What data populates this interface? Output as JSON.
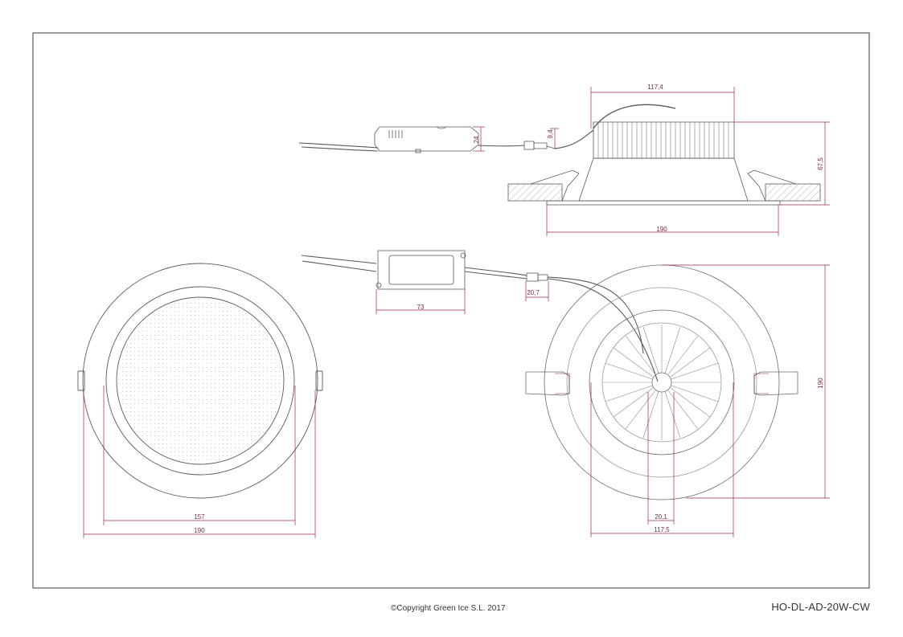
{
  "drawing": {
    "colors": {
      "frame": "#3a3a3a",
      "outline": "#5a5a5a",
      "dimension": "#9e2a44",
      "hatch": "#8a8a8a"
    },
    "dimensions": {
      "side_top_width": "117,4",
      "side_height": "67,5",
      "side_bottom_width": "190",
      "driver_side_height": "24",
      "connector_height": "9,4",
      "driver_top_length": "73",
      "connector_length": "20,7",
      "front_inner_diameter": "157",
      "front_outer_diameter": "190",
      "rear_height": "190",
      "rear_hub": "20,1",
      "rear_body_width": "117,5"
    }
  },
  "footer": {
    "copyright": "©Copyright Green Ice S.L. 2017",
    "model": "HO-DL-AD-20W-CW"
  }
}
